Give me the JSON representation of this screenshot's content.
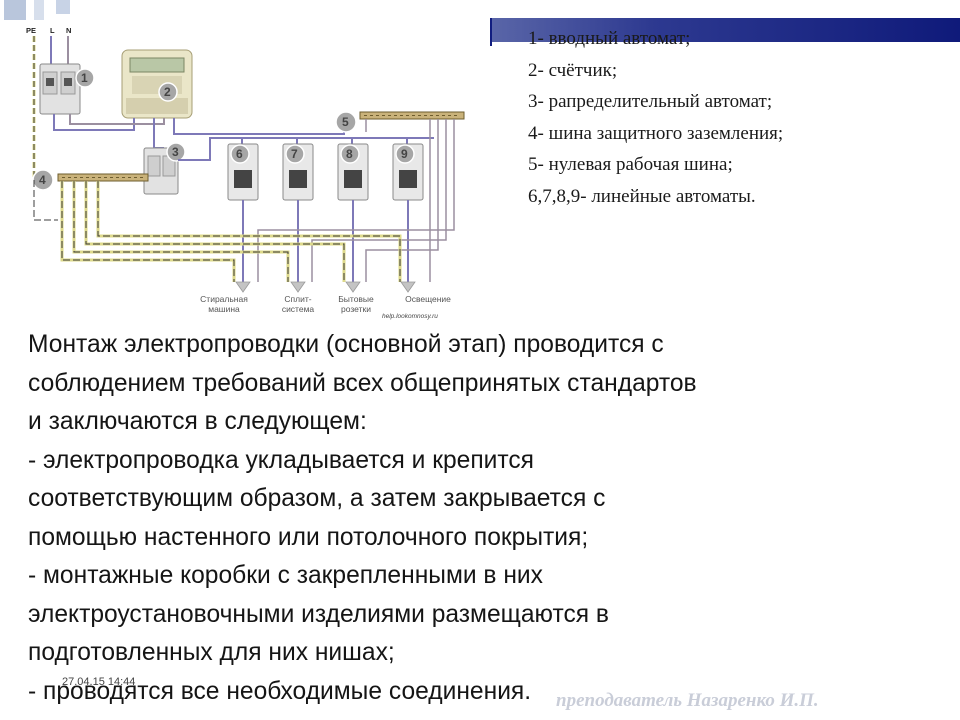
{
  "legend": {
    "items": [
      "1- вводный автомат;",
      "2- счётчик;",
      "3- рапределительный автомат;",
      "4- шина  защитного заземления;",
      "5- нулевая рабочая шина;",
      "6,7,8,9- линейные автоматы."
    ]
  },
  "diagram": {
    "wire_labels": [
      "PE",
      "L",
      "N"
    ],
    "component_numbers": [
      "1",
      "2",
      "3",
      "4",
      "5",
      "6",
      "7",
      "8",
      "9"
    ],
    "load_labels": [
      {
        "line1": "Стиральная",
        "line2": "машина"
      },
      {
        "line1": "Сплит-",
        "line2": "система"
      },
      {
        "line1": "Бытовые",
        "line2": "розетки"
      },
      {
        "line1": "Освещение",
        "line2": ""
      }
    ],
    "watermark": "help.lookomnosy.ru"
  },
  "body_text": {
    "lines": [
      "Монтаж электропроводки (основной этап) проводится с",
      "соблюдением требований всех общепринятых стандартов",
      "и заключаются в следующем:",
      " - электропроводка укладывается и крепится",
      "соответствующим образом, а затем закрывается с",
      "помощью настенного или потолочного покрытия;",
      "- монтажные коробки с закрепленными в них",
      "электроустановочными изделиями размещаются в",
      "подготовленных для них нишах;",
      "- проводятся все необходимые соединения."
    ]
  },
  "footer": {
    "timestamp": "27.04.15 14:44",
    "teacher": "преподаватель Назаренко И.П."
  },
  "colors": {
    "header_bar": "#0f1a7a",
    "wire_phase": "#7e79b8",
    "wire_neutral": "#9b8fa0",
    "wire_ground": "#ddd98a",
    "wire_dark": "#3c3c3c"
  }
}
